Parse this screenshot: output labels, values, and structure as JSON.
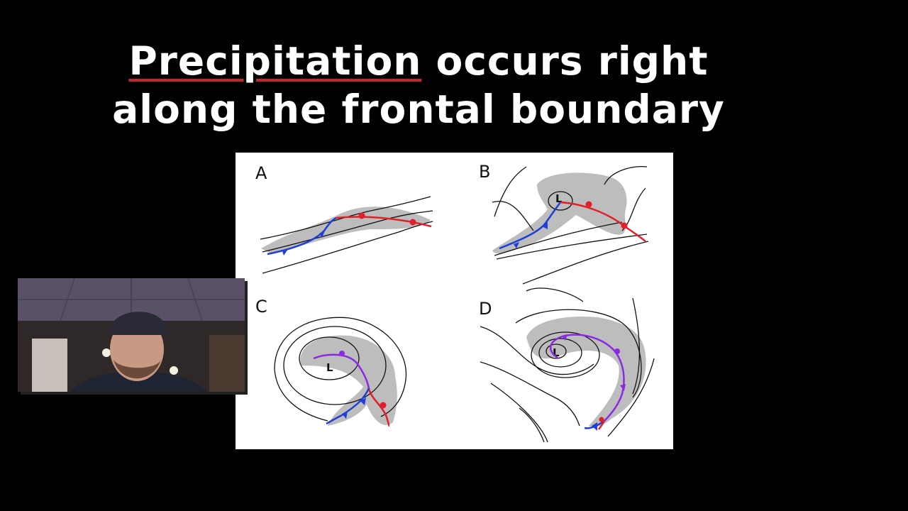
{
  "slide": {
    "title_highlight": "Precipitation",
    "title_rest_line1": " occurs right",
    "title_line2": "along the frontal boundary"
  },
  "figure": {
    "panels": [
      {
        "label": "A",
        "low": ""
      },
      {
        "label": "B",
        "low": "L"
      },
      {
        "label": "C",
        "low": "L"
      },
      {
        "label": "D",
        "low": "L"
      }
    ]
  },
  "colors": {
    "cold_front": "#1f3fd6",
    "warm_front": "#e0202a",
    "occluded_front": "#8a2be2",
    "precipitation_shading": "#bdbdbd",
    "underline": "#c0272d"
  }
}
